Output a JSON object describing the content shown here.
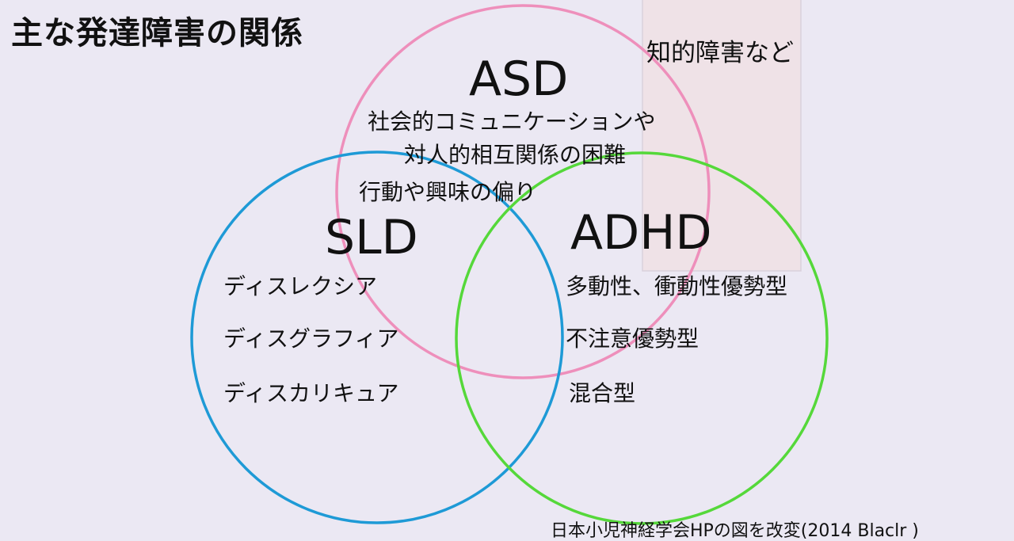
{
  "title": "主な発達障害の関係",
  "note_box": {
    "label": "知的障害など",
    "fill": "#efe2e7",
    "border": "#d9d1dc"
  },
  "circles": {
    "asd": {
      "name": "ASD",
      "color": "#ee8fbb"
    },
    "sld": {
      "name": "SLD",
      "color": "#1e9ad6"
    },
    "adhd": {
      "name": "ADHD",
      "color": "#55d83a"
    }
  },
  "asd_traits": [
    "社会的コミュニケーションや",
    "対人的相互関係の困難",
    "行動や興味の偏り"
  ],
  "sld_types": [
    "ディスレクシア",
    "ディスグラフィア",
    "ディスカリキュア"
  ],
  "adhd_types": [
    "多動性、衝動性優勢型",
    "不注意優勢型",
    "混合型"
  ],
  "footnote": "日本小児神経学会HPの図を改変(2014 Blaclr )"
}
